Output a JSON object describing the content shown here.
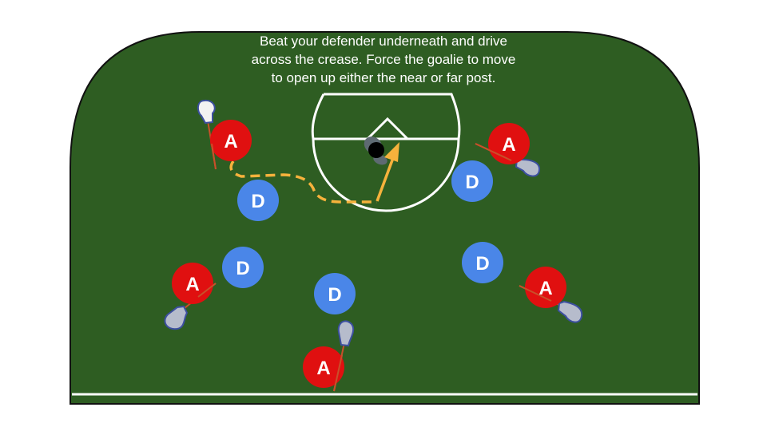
{
  "instruction": {
    "lines": [
      "Beat your defender underneath and drive",
      "across the crease. Force the goalie to move",
      "to open up either the near or far post."
    ]
  },
  "colors": {
    "field": "#2e5d22",
    "field_edge": "#111111",
    "lines": "#ffffff",
    "attacker": "#e01010",
    "defender": "#4a86e8",
    "path": "#f6b23c",
    "stick_shaft": "#c8502a",
    "stick_head": "#3c4fa0",
    "goalie": "#000000"
  },
  "player_labels": {
    "attacker": "A",
    "defender": "D"
  },
  "players": [
    {
      "role": "attacker",
      "label": "A",
      "id": "attacker-1"
    },
    {
      "role": "attacker",
      "label": "A",
      "id": "attacker-2"
    },
    {
      "role": "attacker",
      "label": "A",
      "id": "attacker-3"
    },
    {
      "role": "attacker",
      "label": "A",
      "id": "attacker-4"
    },
    {
      "role": "attacker",
      "label": "A",
      "id": "attacker-5"
    },
    {
      "role": "defender",
      "label": "D",
      "id": "defender-1"
    },
    {
      "role": "defender",
      "label": "D",
      "id": "defender-2"
    },
    {
      "role": "defender",
      "label": "D",
      "id": "defender-3"
    },
    {
      "role": "defender",
      "label": "D",
      "id": "defender-4"
    },
    {
      "role": "defender",
      "label": "D",
      "id": "defender-5"
    }
  ]
}
